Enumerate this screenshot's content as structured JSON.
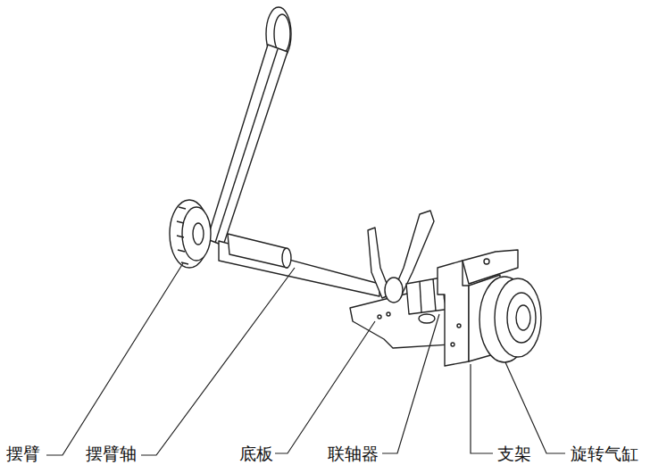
{
  "diagram": {
    "labels": [
      "摆臂",
      "摆臂轴",
      "底板",
      "联轴器",
      "支架",
      "旋转气缸"
    ]
  }
}
